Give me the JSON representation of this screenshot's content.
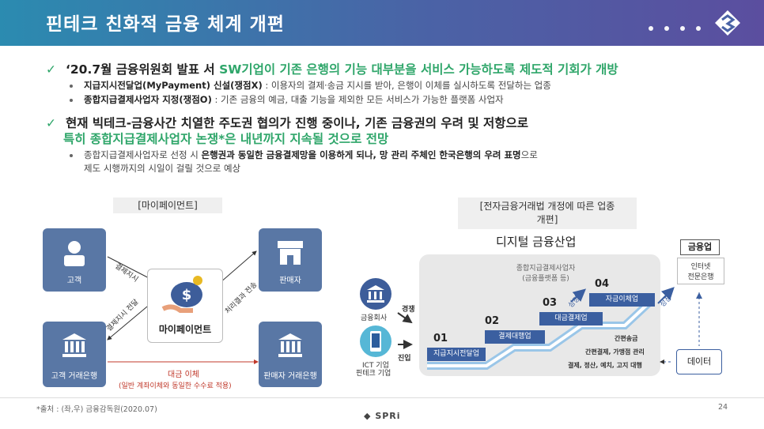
{
  "header": {
    "title": "핀테크 친화적 금융 체계 개편"
  },
  "bullets": {
    "b1": {
      "part1": "‘20.7월 금융위원회 발표 서 ",
      "part2": "SW기업이 기존 은행의 기능 대부분을 서비스 가능하도록 제도적 기회가 개방"
    },
    "b1_sub1": {
      "bold": "지급지시전달업(MyPayment) 신설(쟁점X)",
      "rest": " : 이용자의 결제·송금 지시를 받아, 은행이 이체를 실시하도록 전달하는 업종"
    },
    "b1_sub2": {
      "bold": "종합지급결제사업자 지정(쟁점O)",
      "rest": " : 기존 금융의 예금, 대출 기능을 제외한 모든 서비스가 가능한 플랫폼 사업자"
    },
    "b2_line1": "현재 빅테크-금융사간 치열한 주도권 협의가 진행 중이나, 기존 금융권의 우려 및 저항으로",
    "b2_line2": "특히 종합지급결제사업자 논쟁*은 내년까지 지속될 것으로 전망",
    "b2_sub": {
      "p1": "종합지급결제사업자로 선정 시 ",
      "b1": "은행권과 동일한 금융결제망을 이용하게 되나, 망 관리 주체인 한국은행의 우려 표명",
      "p2": "으로",
      "line2": "제도 시행까지의 시일이 걸릴 것으로 예상"
    }
  },
  "left_diagram": {
    "title": "[마이페이먼트]",
    "customer": "고객",
    "seller": "판매자",
    "customer_bank": "고객 거래은행",
    "seller_bank": "판매자 거래은행",
    "center": "마이페이먼트",
    "arrow_pay_instr": "결제지시",
    "arrow_pay_fwd": "결제지시 전달",
    "arrow_result": "처리결과 전송",
    "transfer": "대금 이체",
    "transfer_note": "(일반 계좌이체와 동일한 수수료 적용)"
  },
  "right_diagram": {
    "title_line1": "[전자금융거래법 개정에 따른 업종",
    "title_line2": "개편]",
    "subtitle": "디지털 금융산업",
    "panel_label_1": "종합지급결제사업자",
    "panel_label_2": "(금융플랫폼 등)",
    "steps": [
      {
        "num": "01",
        "label": "지급지시전달업"
      },
      {
        "num": "02",
        "label": "결제대행업"
      },
      {
        "num": "03",
        "label": "대금결제업"
      },
      {
        "num": "04",
        "label": "자금이체업"
      }
    ],
    "growth_1": "성장",
    "growth_2": "성장",
    "finance_company": "금융회사",
    "ict_1": "ICT 기업",
    "ict_2": "핀테크 기업",
    "compete": "경쟁",
    "enter": "진입",
    "svc_1": "간편송금",
    "svc_2": "간편결제, 가맹점 관리",
    "svc_3": "결제, 정산, 예치, 고지 대행",
    "finance_industry": "금융업",
    "internet_bank_1": "인터넷",
    "internet_bank_2": "전문은행",
    "data": "데이터"
  },
  "footer": {
    "source": "*출처 : (좌,우) 금융감독원(2020.07)",
    "brand": "SPRi",
    "page": "24"
  },
  "colors": {
    "accent_green": "#2fa66a",
    "node_blue": "#5977a5",
    "step_blue": "#3b5fa0",
    "transfer_red": "#c0392b"
  }
}
